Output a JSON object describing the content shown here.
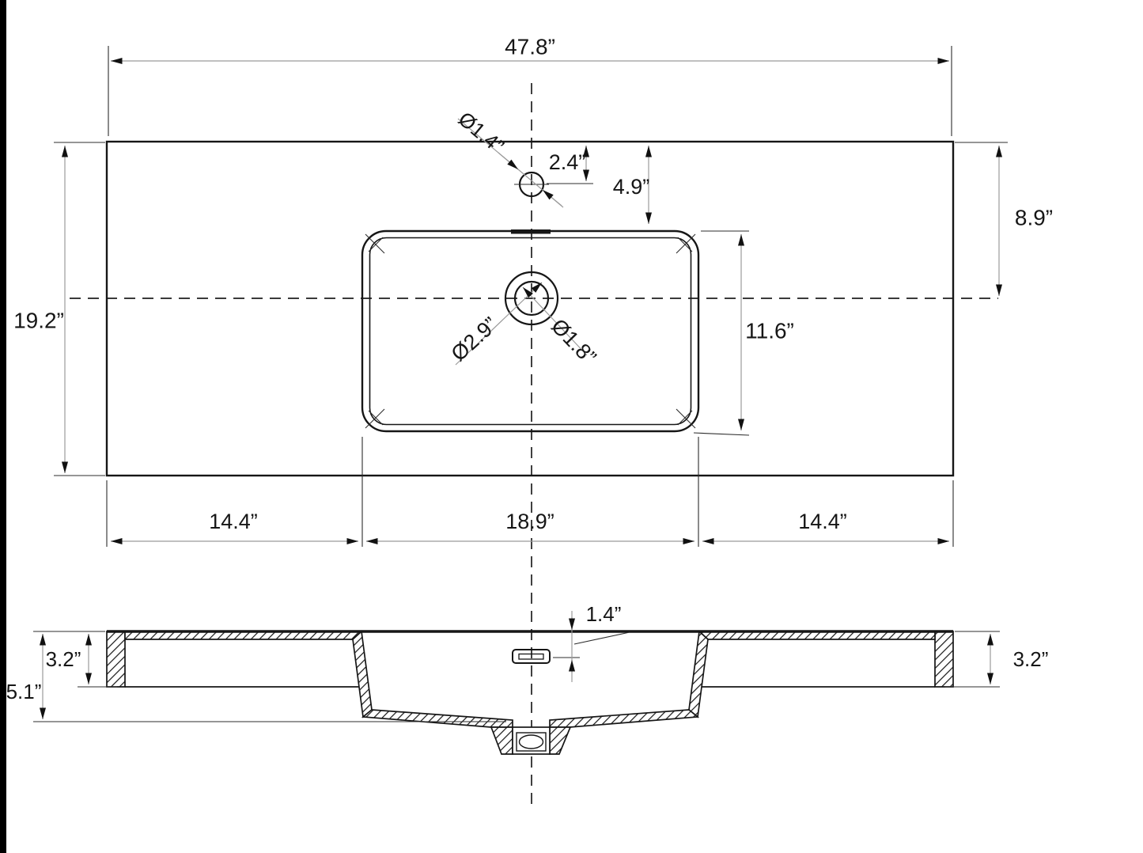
{
  "drawing": "sink-countertop-dimension-drawing",
  "colors": {
    "object_line": "#161616",
    "dimension_line": "#9b9b9b",
    "background": "#ffffff"
  },
  "plan_view": {
    "overall_width": "47.8”",
    "overall_depth": "19.2”",
    "edge_to_drain_centerline": "8.9”",
    "faucet_hole_diameter": "Ø1.4”",
    "faucet_hole_offset": "2.4”",
    "edge_to_basin": "4.9”",
    "basin_depth": "11.6”",
    "drain_outer_diameter": "Ø2.9”",
    "drain_inner_diameter": "Ø1.8”",
    "left_counter_width": "14.4”",
    "basin_width": "18.9”",
    "right_counter_width": "14.4”"
  },
  "side_view": {
    "rim_thickness_left": "3.2”",
    "overall_height": "5.1”",
    "rim_thickness_right": "3.2”",
    "overflow_offset": "1.4”"
  }
}
